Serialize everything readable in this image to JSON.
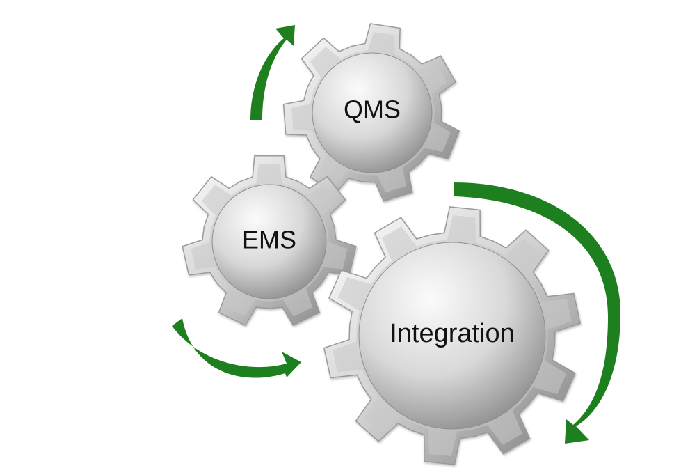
{
  "gears": [
    {
      "id": "qms",
      "label": "QMS"
    },
    {
      "id": "ems",
      "label": "EMS"
    },
    {
      "id": "integration",
      "label": "Integration"
    }
  ],
  "colors": {
    "arrow": "#1e7f1e",
    "gear_light": "#f4f4f4",
    "gear_mid": "#c9c9c9",
    "gear_dark": "#8e8e8e",
    "gear_stroke": "#9a9a9a"
  }
}
